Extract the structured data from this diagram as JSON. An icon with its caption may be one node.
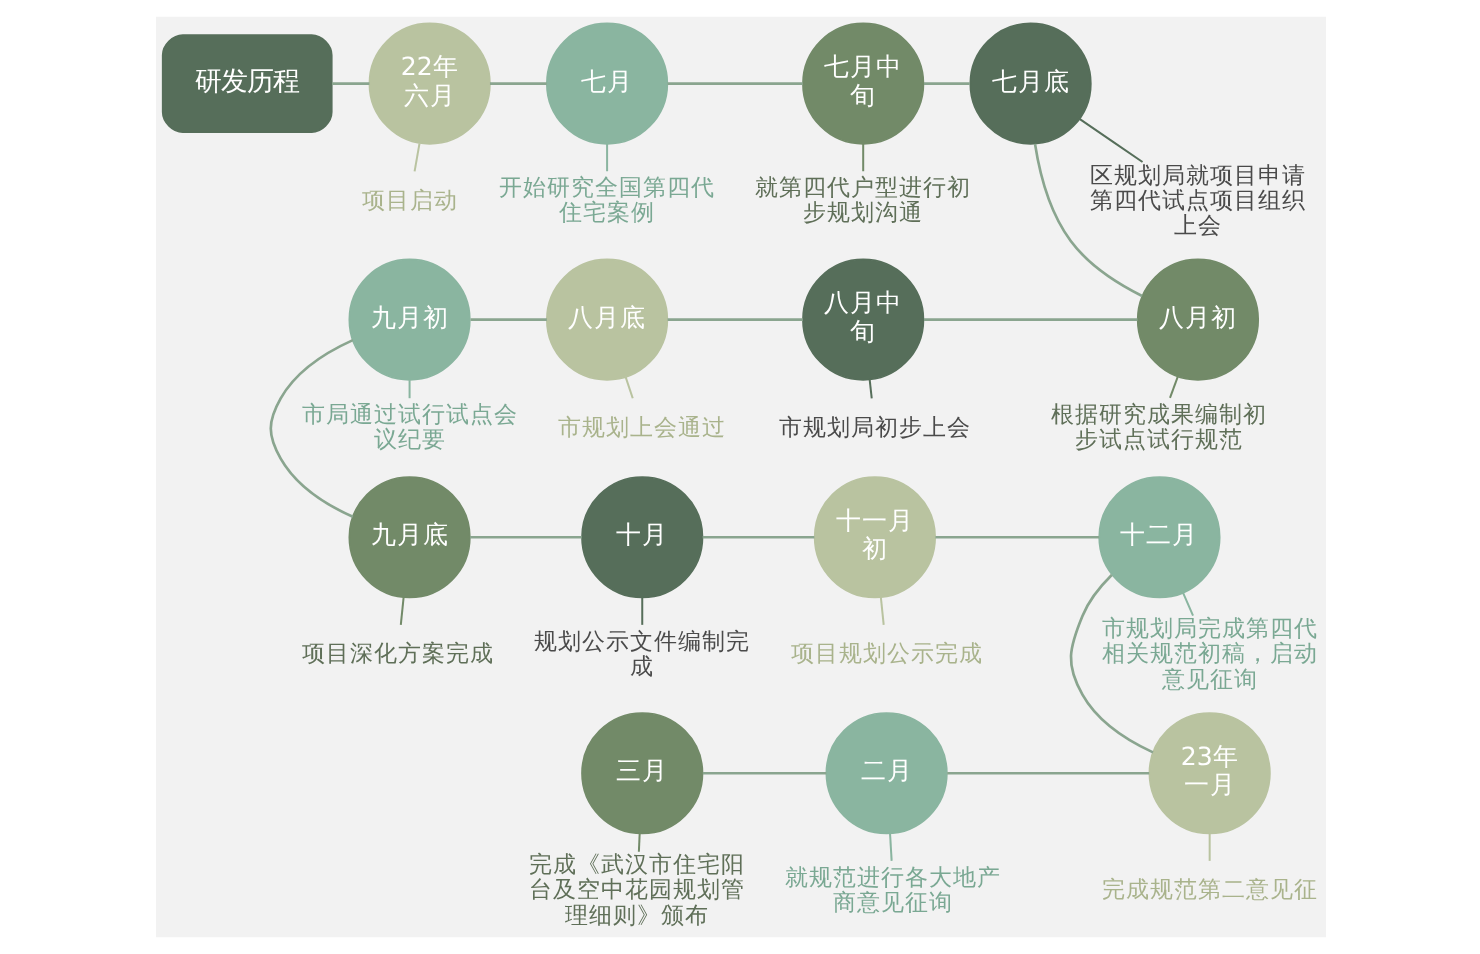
{
  "diagram": {
    "nodes": [
      {
        "text": [
          "研发历程"
        ]
      },
      {
        "text": [
          "22年六月"
        ]
      },
      {
        "text": [
          "项目启动"
        ]
      },
      {
        "text": [
          "七月"
        ]
      },
      {
        "text": [
          "开始研究全国第四代住宅案例"
        ]
      },
      {
        "text": [
          "七月中旬"
        ]
      },
      {
        "text": [
          "就第四代户型进行初步规划沟通"
        ]
      },
      {
        "text": [
          "七月底"
        ]
      },
      {
        "text": [
          "区规划局就项目申请第四代试点项目组织上会"
        ]
      },
      {
        "text": [
          "八月初"
        ]
      },
      {
        "text": [
          "根据研究成果编制初步试点试行规范"
        ]
      },
      {
        "text": [
          "八月中旬"
        ]
      },
      {
        "text": [
          "市规划局初步上会"
        ]
      },
      {
        "text": [
          "八月底"
        ]
      },
      {
        "text": [
          "市规划上会通过"
        ]
      },
      {
        "text": [
          "九月初"
        ]
      },
      {
        "text": [
          "市局通过试行试点会议纪要"
        ]
      },
      {
        "text": [
          "九月底"
        ]
      },
      {
        "text": [
          "项目深化方案完成"
        ]
      },
      {
        "text": [
          "十月"
        ]
      },
      {
        "text": [
          "规划公示文件编制完成"
        ]
      },
      {
        "text": [
          "十一月初"
        ]
      },
      {
        "text": [
          "项目规划公示完成"
        ]
      },
      {
        "text": [
          "十二月"
        ]
      },
      {
        "text": [
          "市规划局完成第四代相关规范初稿，启动意见征询"
        ]
      },
      {
        "text": [
          "23年一月"
        ]
      },
      {
        "text": [
          "完成规范第二意见征"
        ]
      },
      {
        "text": [
          "二月"
        ]
      },
      {
        "text": [
          "就规范进行各大地产商意见征询"
        ]
      },
      {
        "text": [
          "三月"
        ]
      },
      {
        "text": [
          "完成《武汉市住宅阳台及空中花园规划管理细则》颁布"
        ]
      }
    ],
    "edges": [
      {
        "from": 0,
        "to": 1,
        "arrow": "none"
      },
      {
        "from": 1,
        "to": 3,
        "arrow": "none"
      },
      {
        "from": 3,
        "to": 5,
        "arrow": "none"
      },
      {
        "from": 5,
        "to": 7,
        "arrow": "none"
      },
      {
        "from": 7,
        "to": 9,
        "arrow": "none"
      },
      {
        "from": 9,
        "to": 11,
        "arrow": "none"
      },
      {
        "from": 11,
        "to": 13,
        "arrow": "none"
      },
      {
        "from": 13,
        "to": 15,
        "arrow": "none"
      },
      {
        "from": 15,
        "to": 17,
        "arrow": "none"
      },
      {
        "from": 17,
        "to": 19,
        "arrow": "none"
      },
      {
        "from": 19,
        "to": 21,
        "arrow": "none"
      },
      {
        "from": 21,
        "to": 23,
        "arrow": "none"
      },
      {
        "from": 23,
        "to": 25,
        "arrow": "none"
      },
      {
        "from": 25,
        "to": 27,
        "arrow": "none"
      },
      {
        "from": 27,
        "to": 29,
        "arrow": "none"
      },
      {
        "from": 2,
        "to": 1,
        "arrow": "none"
      },
      {
        "from": 4,
        "to": 3,
        "arrow": "none"
      },
      {
        "from": 6,
        "to": 5,
        "arrow": "none"
      },
      {
        "from": 8,
        "to": 7,
        "arrow": "none"
      },
      {
        "from": 10,
        "to": 9,
        "arrow": "none"
      },
      {
        "from": 12,
        "to": 11,
        "arrow": "none"
      },
      {
        "from": 14,
        "to": 13,
        "arrow": "none"
      },
      {
        "from": 16,
        "to": 15,
        "arrow": "none"
      },
      {
        "from": 18,
        "to": 17,
        "arrow": "none"
      },
      {
        "from": 20,
        "to": 19,
        "arrow": "none"
      },
      {
        "from": 22,
        "to": 21,
        "arrow": "none"
      },
      {
        "from": 24,
        "to": 23,
        "arrow": "none"
      },
      {
        "from": 26,
        "to": 25,
        "arrow": "none"
      },
      {
        "from": 28,
        "to": 27,
        "arrow": "none"
      },
      {
        "from": 30,
        "to": 29,
        "arrow": "none"
      }
    ]
  }
}
